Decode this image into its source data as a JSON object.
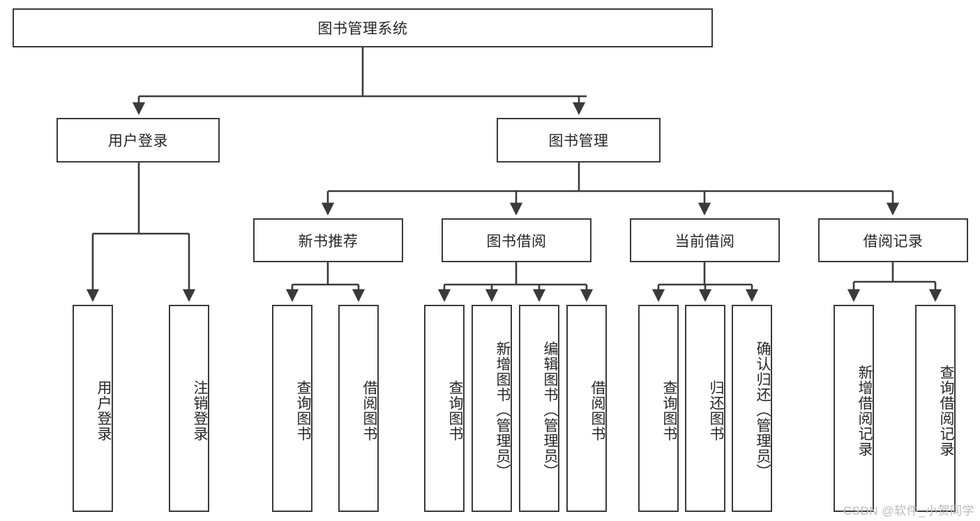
{
  "diagram": {
    "title": "图书管理系统",
    "root": {
      "label": "图书管理系统"
    },
    "level2": [
      {
        "label": "用户登录"
      },
      {
        "label": "图书管理"
      }
    ],
    "level3": [
      {
        "label": "新书推荐"
      },
      {
        "label": "图书借阅"
      },
      {
        "label": "当前借阅"
      },
      {
        "label": "借阅记录"
      }
    ],
    "leaves": {
      "user_login": [
        {
          "label": "用户登录"
        },
        {
          "label": "注销登录"
        }
      ],
      "new_book_recommend": [
        {
          "label": "查询图书"
        },
        {
          "label": "借阅图书"
        }
      ],
      "book_borrow": [
        {
          "label": "查询图书"
        },
        {
          "label": "新增图书（管理员）"
        },
        {
          "label": "编辑图书（管理员）"
        },
        {
          "label": "借阅图书"
        }
      ],
      "current_borrow": [
        {
          "label": "查询图书"
        },
        {
          "label": "归还图书"
        },
        {
          "label": "确认归还（管理员）"
        }
      ],
      "borrow_record": [
        {
          "label": "新增借阅记录"
        },
        {
          "label": "查询借阅记录"
        }
      ]
    }
  },
  "watermark": {
    "text": "CSDN @软件_小贺同学"
  },
  "colors": {
    "stroke": "#3a3a3a",
    "text": "#262626",
    "background": "#ffffff",
    "watermark": "#b9b9b9"
  }
}
